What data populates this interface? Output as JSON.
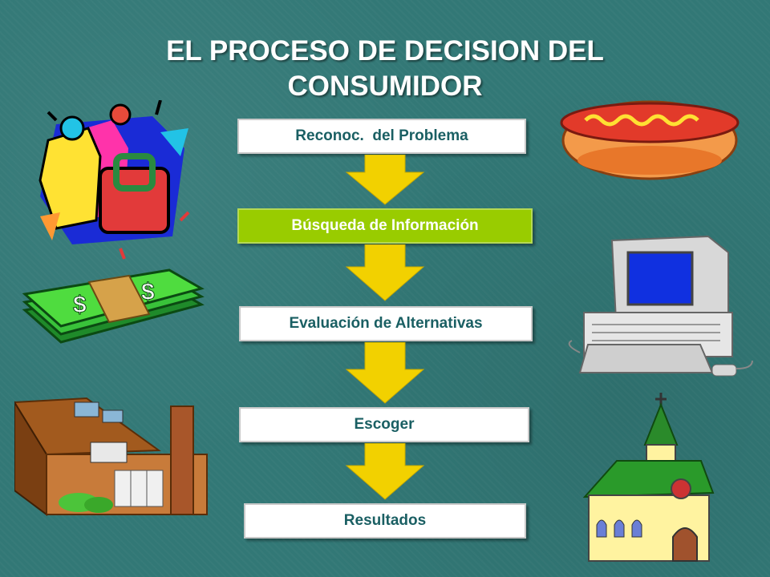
{
  "title_line1": "EL PROCESO DE DECISION DEL",
  "title_line2": "CONSUMIDOR",
  "steps": [
    {
      "label": "Reconoc.  del Problema"
    },
    {
      "label": "Búsqueda de Información"
    },
    {
      "label": "Evaluación de Alternativas"
    },
    {
      "label": "Escoger"
    },
    {
      "label": "Resultados"
    }
  ],
  "colors": {
    "background": "#327876",
    "step_text": "#1a5f63",
    "active_step": "#99cc00",
    "arrow": "#f2d100"
  },
  "clipart": [
    "clothes-gifts-icon",
    "money-stack-icon",
    "house-icon",
    "hotdog-icon",
    "computer-icon",
    "church-icon"
  ]
}
